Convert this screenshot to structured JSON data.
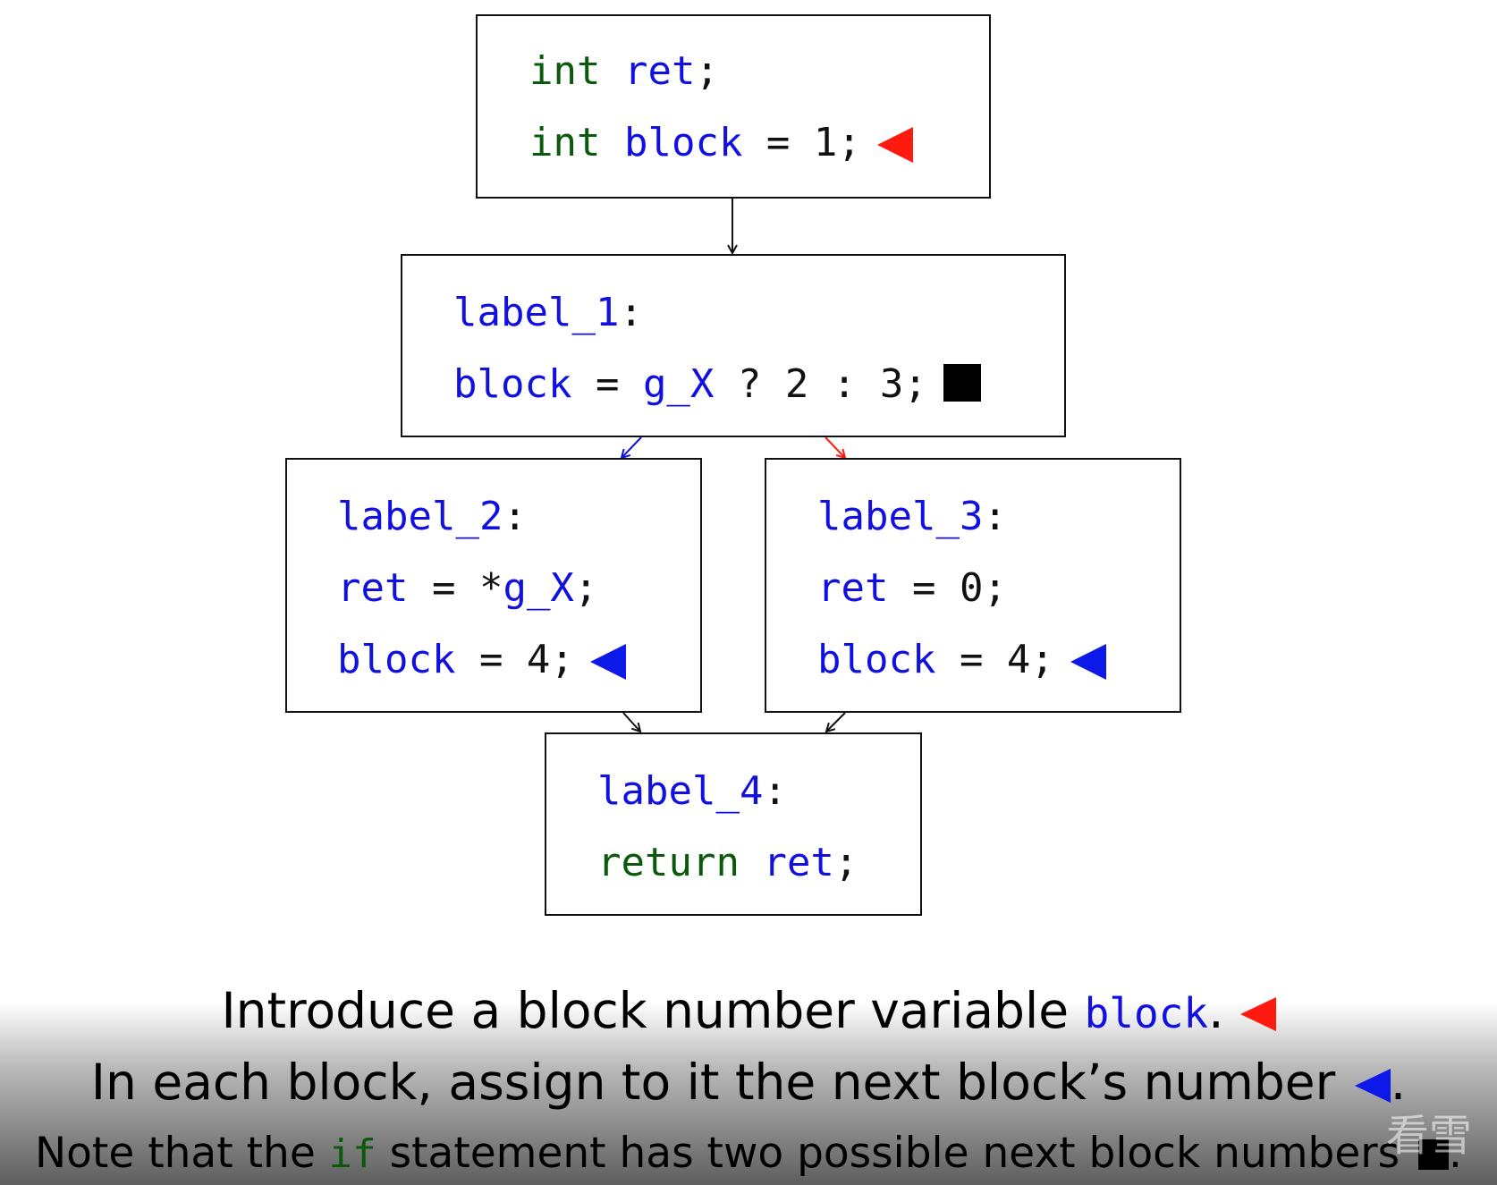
{
  "blocks": {
    "entry": {
      "l1_kw": "int",
      "l1_id": "ret",
      "l1_rest": ";",
      "l2_kw": "int",
      "l2_id": "block",
      "l2_rest": " = 1;"
    },
    "b1": {
      "label": "label_1",
      "label_punct": ":",
      "l2_id1": "block",
      "l2_mid": " = ",
      "l2_id2": "g_X",
      "l2_rest": " ? 2 : 3;"
    },
    "b2": {
      "label": "label_2",
      "label_punct": ":",
      "l2_id1": "ret",
      "l2_mid": " = *",
      "l2_id2": "g_X",
      "l2_rest": ";",
      "l3_id": "block",
      "l3_rest": " = 4;"
    },
    "b3": {
      "label": "label_3",
      "label_punct": ":",
      "l2_id": "ret",
      "l2_rest": " = 0;",
      "l3_id": "block",
      "l3_rest": " = 4;"
    },
    "b4": {
      "label": "label_4",
      "label_punct": ":",
      "l2_kw": "return",
      "l2_id": "ret",
      "l2_rest": ";"
    }
  },
  "captions": {
    "line1_text": "Introduce a block number variable ",
    "line1_code": "block",
    "line1_end": ".",
    "line2_text": "In each block, assign to it the next block’s number ",
    "line2_end": ".",
    "line3_a": "Note that the ",
    "line3_code": "if",
    "line3_b": " statement has two possible next block numbers ",
    "line3_end": "."
  },
  "watermark": "看雪",
  "colors": {
    "keyword": "#0b5a0b",
    "identifier": "#1010e0",
    "marker_red": "#ff1a0f",
    "marker_blue": "#0c19e8",
    "marker_black": "#000000"
  },
  "icons": {
    "entry_marker": "red-triangle-left-icon",
    "branch_marker": "black-square-icon",
    "assign_marker": "blue-triangle-left-icon"
  }
}
